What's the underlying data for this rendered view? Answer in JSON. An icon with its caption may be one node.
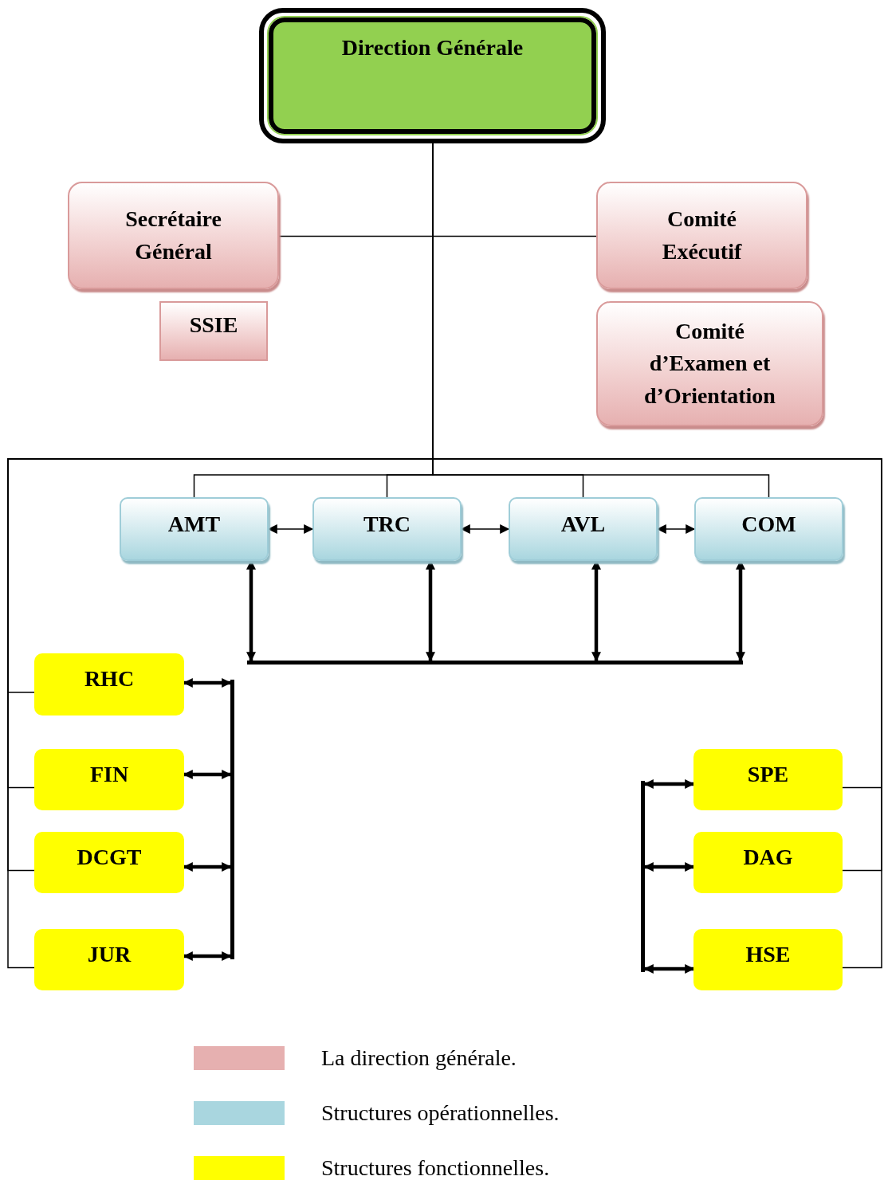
{
  "diagram": {
    "nodes": [
      {
        "text": [
          "Direction Générale"
        ]
      },
      {
        "text": [
          "Secrétaire Général"
        ]
      },
      {
        "text": [
          "Comité Exécutif"
        ]
      },
      {
        "text": [
          "SSIE"
        ]
      },
      {
        "text": [
          "Comité d’Examen et d’Orientation"
        ]
      },
      {
        "text": [
          "AMT"
        ]
      },
      {
        "text": [
          "TRC"
        ]
      },
      {
        "text": [
          "AVL"
        ]
      },
      {
        "text": [
          "COM"
        ]
      },
      {
        "text": [
          "RHC"
        ]
      },
      {
        "text": [
          "FIN"
        ]
      },
      {
        "text": [
          "DCGT"
        ]
      },
      {
        "text": [
          "JUR"
        ]
      },
      {
        "text": [
          "SPE"
        ]
      },
      {
        "text": [
          "DAG"
        ]
      },
      {
        "text": [
          "HSE"
        ]
      },
      {
        "text": [],
        "shape": "bar"
      },
      {
        "text": [],
        "shape": "bar"
      },
      {
        "text": [],
        "shape": "bar"
      }
    ],
    "edges": [
      {
        "from": 0,
        "to": 1,
        "arrow": "none"
      },
      {
        "from": 0,
        "to": 2,
        "arrow": "none"
      },
      {
        "from": 0,
        "to": 5,
        "arrow": "none"
      },
      {
        "from": 0,
        "to": 6,
        "arrow": "none"
      },
      {
        "from": 0,
        "to": 7,
        "arrow": "none"
      },
      {
        "from": 0,
        "to": 8,
        "arrow": "none"
      },
      {
        "from": 0,
        "to": 9,
        "arrow": "none"
      },
      {
        "from": 0,
        "to": 10,
        "arrow": "none"
      },
      {
        "from": 0,
        "to": 11,
        "arrow": "none"
      },
      {
        "from": 0,
        "to": 12,
        "arrow": "none"
      },
      {
        "from": 0,
        "to": 13,
        "arrow": "none"
      },
      {
        "from": 0,
        "to": 14,
        "arrow": "none"
      },
      {
        "from": 0,
        "to": 15,
        "arrow": "none"
      },
      {
        "from": 5,
        "to": 6,
        "arrow": "both"
      },
      {
        "from": 6,
        "to": 7,
        "arrow": "both"
      },
      {
        "from": 7,
        "to": 8,
        "arrow": "both"
      },
      {
        "from": 5,
        "to": 16,
        "arrow": "both",
        "style": "thick"
      },
      {
        "from": 6,
        "to": 16,
        "arrow": "both",
        "style": "thick"
      },
      {
        "from": 7,
        "to": 16,
        "arrow": "both",
        "style": "thick"
      },
      {
        "from": 8,
        "to": 16,
        "arrow": "both",
        "style": "thick"
      },
      {
        "from": 9,
        "to": 17,
        "arrow": "both",
        "style": "thick"
      },
      {
        "from": 10,
        "to": 17,
        "arrow": "both",
        "style": "thick"
      },
      {
        "from": 11,
        "to": 17,
        "arrow": "both",
        "style": "thick"
      },
      {
        "from": 12,
        "to": 17,
        "arrow": "both",
        "style": "thick"
      },
      {
        "from": 18,
        "to": 13,
        "arrow": "both",
        "style": "thick"
      },
      {
        "from": 18,
        "to": 14,
        "arrow": "both",
        "style": "thick"
      },
      {
        "from": 18,
        "to": 15,
        "arrow": "both",
        "style": "thick"
      }
    ],
    "legend": [
      {
        "text": "La direction générale.",
        "color": "#e6b0b0"
      },
      {
        "text": "Structures opérationnelles.",
        "color": "#a9d6df"
      },
      {
        "text": "Structures fonctionnelles.",
        "color": "#ffff00"
      }
    ]
  }
}
